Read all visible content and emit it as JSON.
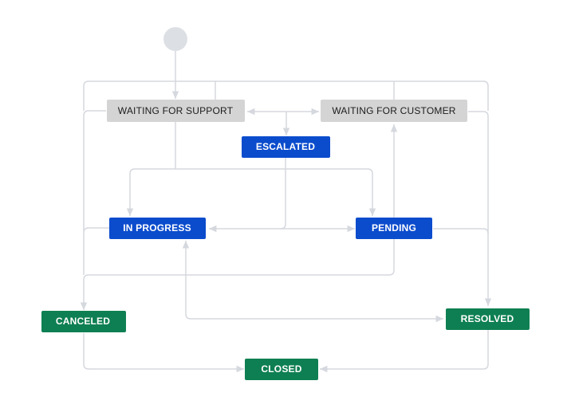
{
  "colors": {
    "edge": "#d5d8de",
    "start": "#dcdfe4",
    "status_todo_bg": "#d4d4d4",
    "status_todo_text": "#1c1c1c",
    "status_inprogress_bg": "#0b4ccd",
    "status_inprogress_text": "#ffffff",
    "status_done_bg": "#0e7f52",
    "status_done_text": "#ffffff"
  },
  "workflow": {
    "start_node": "start",
    "statuses": [
      {
        "id": "waiting-for-support",
        "label": "WAITING FOR SUPPORT",
        "category": "todo"
      },
      {
        "id": "waiting-for-customer",
        "label": "WAITING FOR CUSTOMER",
        "category": "todo"
      },
      {
        "id": "escalated",
        "label": "ESCALATED",
        "category": "inprogress"
      },
      {
        "id": "in-progress",
        "label": "IN PROGRESS",
        "category": "inprogress"
      },
      {
        "id": "pending",
        "label": "PENDING",
        "category": "inprogress"
      },
      {
        "id": "canceled",
        "label": "CANCELED",
        "category": "done"
      },
      {
        "id": "resolved",
        "label": "RESOLVED",
        "category": "done"
      },
      {
        "id": "closed",
        "label": "CLOSED",
        "category": "done"
      }
    ]
  }
}
